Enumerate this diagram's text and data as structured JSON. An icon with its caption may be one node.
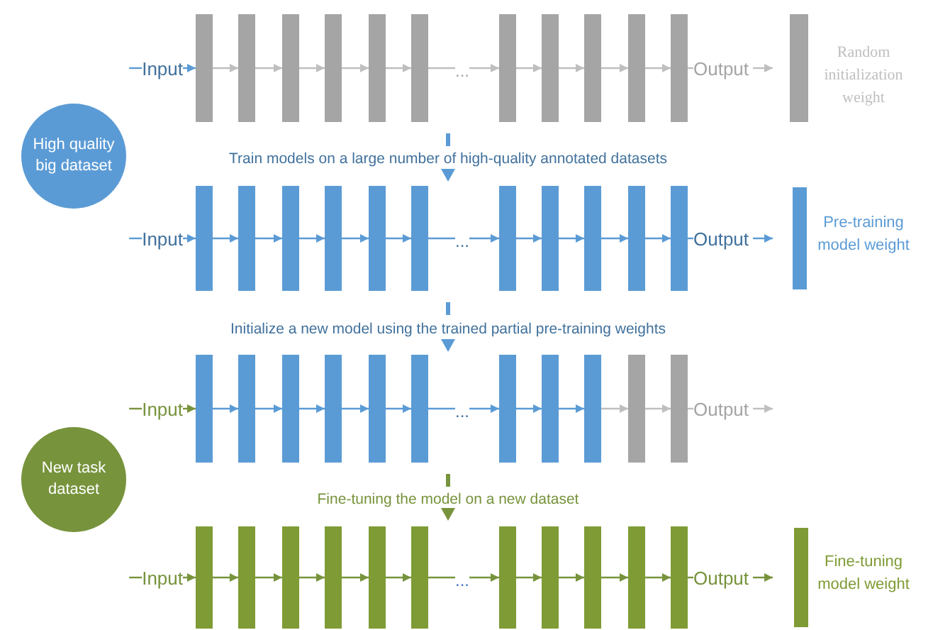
{
  "diagram": {
    "nodes": [
      {
        "text": [
          "Input"
        ]
      },
      {
        "text": [],
        "shape": "bar"
      },
      {
        "text": [],
        "shape": "bar"
      },
      {
        "text": [],
        "shape": "bar"
      },
      {
        "text": [],
        "shape": "bar"
      },
      {
        "text": [],
        "shape": "bar"
      },
      {
        "text": [],
        "shape": "bar"
      },
      {
        "text": [
          "..."
        ]
      },
      {
        "text": [],
        "shape": "bar"
      },
      {
        "text": [],
        "shape": "bar"
      },
      {
        "text": [],
        "shape": "bar"
      },
      {
        "text": [],
        "shape": "bar"
      },
      {
        "text": [],
        "shape": "bar"
      },
      {
        "text": [
          "Output"
        ]
      },
      {
        "text": [],
        "shape": "bar",
        "beside": [
          "Random initialization weight"
        ]
      },
      {
        "text": [
          "High quality big dataset"
        ]
      },
      {
        "text": [
          "Input"
        ]
      },
      {
        "text": [],
        "shape": "bar"
      },
      {
        "text": [],
        "shape": "bar"
      },
      {
        "text": [],
        "shape": "bar"
      },
      {
        "text": [],
        "shape": "bar"
      },
      {
        "text": [],
        "shape": "bar"
      },
      {
        "text": [],
        "shape": "bar"
      },
      {
        "text": [
          "..."
        ]
      },
      {
        "text": [],
        "shape": "bar"
      },
      {
        "text": [],
        "shape": "bar"
      },
      {
        "text": [],
        "shape": "bar"
      },
      {
        "text": [],
        "shape": "bar"
      },
      {
        "text": [],
        "shape": "bar"
      },
      {
        "text": [
          "Output"
        ]
      },
      {
        "text": [],
        "shape": "bar",
        "beside": [
          "Pre-training model weight"
        ]
      },
      {
        "text": [
          "Input"
        ]
      },
      {
        "text": [],
        "shape": "bar"
      },
      {
        "text": [],
        "shape": "bar"
      },
      {
        "text": [],
        "shape": "bar"
      },
      {
        "text": [],
        "shape": "bar"
      },
      {
        "text": [],
        "shape": "bar"
      },
      {
        "text": [],
        "shape": "bar"
      },
      {
        "text": [
          "..."
        ]
      },
      {
        "text": [],
        "shape": "bar"
      },
      {
        "text": [],
        "shape": "bar"
      },
      {
        "text": [],
        "shape": "bar"
      },
      {
        "text": [],
        "shape": "bar"
      },
      {
        "text": [],
        "shape": "bar"
      },
      {
        "text": [
          "Output"
        ]
      },
      {
        "text": [
          "New task dataset"
        ]
      },
      {
        "text": [
          "Input"
        ]
      },
      {
        "text": [],
        "shape": "bar"
      },
      {
        "text": [],
        "shape": "bar"
      },
      {
        "text": [],
        "shape": "bar"
      },
      {
        "text": [],
        "shape": "bar"
      },
      {
        "text": [],
        "shape": "bar"
      },
      {
        "text": [],
        "shape": "bar"
      },
      {
        "text": [
          "..."
        ]
      },
      {
        "text": [],
        "shape": "bar"
      },
      {
        "text": [],
        "shape": "bar"
      },
      {
        "text": [],
        "shape": "bar"
      },
      {
        "text": [],
        "shape": "bar"
      },
      {
        "text": [],
        "shape": "bar"
      },
      {
        "text": [
          "Output"
        ]
      },
      {
        "text": [],
        "shape": "bar",
        "beside": [
          "Fine-tuning model weight"
        ]
      }
    ],
    "edges": [
      {
        "from": null,
        "to": 0,
        "arrow": "none"
      },
      {
        "from": 0,
        "to": 1,
        "arrow": "to"
      },
      {
        "from": 1,
        "to": 2,
        "arrow": "to",
        "color": "#bfbfbf"
      },
      {
        "from": 2,
        "to": 3,
        "arrow": "to",
        "color": "#bfbfbf"
      },
      {
        "from": 3,
        "to": 4,
        "arrow": "to",
        "color": "#bfbfbf"
      },
      {
        "from": 4,
        "to": 5,
        "arrow": "to",
        "color": "#bfbfbf"
      },
      {
        "from": 5,
        "to": 6,
        "arrow": "to",
        "color": "#bfbfbf"
      },
      {
        "from": 6,
        "to": 7,
        "arrow": "none",
        "color": "#bfbfbf"
      },
      {
        "from": 7,
        "to": 8,
        "arrow": "to",
        "color": "#bfbfbf"
      },
      {
        "from": 8,
        "to": 9,
        "arrow": "to",
        "color": "#bfbfbf"
      },
      {
        "from": 9,
        "to": 10,
        "arrow": "to",
        "color": "#bfbfbf"
      },
      {
        "from": 10,
        "to": 11,
        "arrow": "to",
        "color": "#bfbfbf"
      },
      {
        "from": 11,
        "to": 12,
        "arrow": "to",
        "color": "#bfbfbf"
      },
      {
        "from": 12,
        "to": 13,
        "arrow": "none",
        "color": "#bfbfbf"
      },
      {
        "from": 13,
        "to": null,
        "arrow": "to",
        "color": "#bfbfbf"
      },
      {
        "from": null,
        "to": 16,
        "arrow": "none"
      },
      {
        "from": 16,
        "to": 17,
        "arrow": "to"
      },
      {
        "from": 17,
        "to": 18,
        "arrow": "to"
      },
      {
        "from": 18,
        "to": 19,
        "arrow": "to"
      },
      {
        "from": 19,
        "to": 20,
        "arrow": "to"
      },
      {
        "from": 20,
        "to": 21,
        "arrow": "to"
      },
      {
        "from": 21,
        "to": 22,
        "arrow": "to"
      },
      {
        "from": 22,
        "to": 23,
        "arrow": "none"
      },
      {
        "from": 23,
        "to": 24,
        "arrow": "to"
      },
      {
        "from": 24,
        "to": 25,
        "arrow": "to"
      },
      {
        "from": 25,
        "to": 26,
        "arrow": "to"
      },
      {
        "from": 26,
        "to": 27,
        "arrow": "to"
      },
      {
        "from": 27,
        "to": 28,
        "arrow": "to"
      },
      {
        "from": 28,
        "to": 29,
        "arrow": "none"
      },
      {
        "from": 29,
        "to": null,
        "arrow": "to"
      },
      {
        "from": null,
        "to": 31,
        "arrow": "none",
        "color": "#77933c"
      },
      {
        "from": 31,
        "to": 32,
        "arrow": "to",
        "color": "#77933c"
      },
      {
        "from": 32,
        "to": 33,
        "arrow": "to"
      },
      {
        "from": 33,
        "to": 34,
        "arrow": "to"
      },
      {
        "from": 34,
        "to": 35,
        "arrow": "to"
      },
      {
        "from": 35,
        "to": 36,
        "arrow": "to"
      },
      {
        "from": 36,
        "to": 37,
        "arrow": "to"
      },
      {
        "from": 37,
        "to": 38,
        "arrow": "none"
      },
      {
        "from": 38,
        "to": 39,
        "arrow": "to"
      },
      {
        "from": 39,
        "to": 40,
        "arrow": "to"
      },
      {
        "from": 40,
        "to": 41,
        "arrow": "to"
      },
      {
        "from": 41,
        "to": 42,
        "arrow": "to",
        "color": "#bfbfbf"
      },
      {
        "from": 42,
        "to": 43,
        "arrow": "to",
        "color": "#bfbfbf"
      },
      {
        "from": 43,
        "to": 44,
        "arrow": "none",
        "color": "#bfbfbf"
      },
      {
        "from": 44,
        "to": null,
        "arrow": "to",
        "color": "#bfbfbf"
      },
      {
        "from": null,
        "to": 46,
        "arrow": "none",
        "color": "#77933c"
      },
      {
        "from": 46,
        "to": 47,
        "arrow": "to",
        "color": "#77933c"
      },
      {
        "from": 47,
        "to": 48,
        "arrow": "to",
        "color": "#77933c"
      },
      {
        "from": 48,
        "to": 49,
        "arrow": "to",
        "color": "#77933c"
      },
      {
        "from": 49,
        "to": 50,
        "arrow": "to",
        "color": "#77933c"
      },
      {
        "from": 50,
        "to": 51,
        "arrow": "to",
        "color": "#77933c"
      },
      {
        "from": 51,
        "to": 52,
        "arrow": "to",
        "color": "#77933c"
      },
      {
        "from": 52,
        "to": 53,
        "arrow": "none",
        "color": "#77933c"
      },
      {
        "from": 53,
        "to": 54,
        "arrow": "to",
        "color": "#77933c"
      },
      {
        "from": 54,
        "to": 55,
        "arrow": "to",
        "color": "#77933c"
      },
      {
        "from": 55,
        "to": 56,
        "arrow": "to",
        "color": "#77933c"
      },
      {
        "from": 56,
        "to": 57,
        "arrow": "to",
        "color": "#77933c"
      },
      {
        "from": 57,
        "to": 58,
        "arrow": "to",
        "color": "#77933c"
      },
      {
        "from": 58,
        "to": 59,
        "arrow": "none",
        "color": "#77933c"
      },
      {
        "from": 59,
        "to": null,
        "arrow": "to",
        "color": "#77933c"
      }
    ],
    "labels": [
      "Train models on a large number of high-quality annotated datasets",
      "Initialize a new model using the trained partial pre-training weights",
      "Fine-tuning the model on a new dataset"
    ]
  }
}
